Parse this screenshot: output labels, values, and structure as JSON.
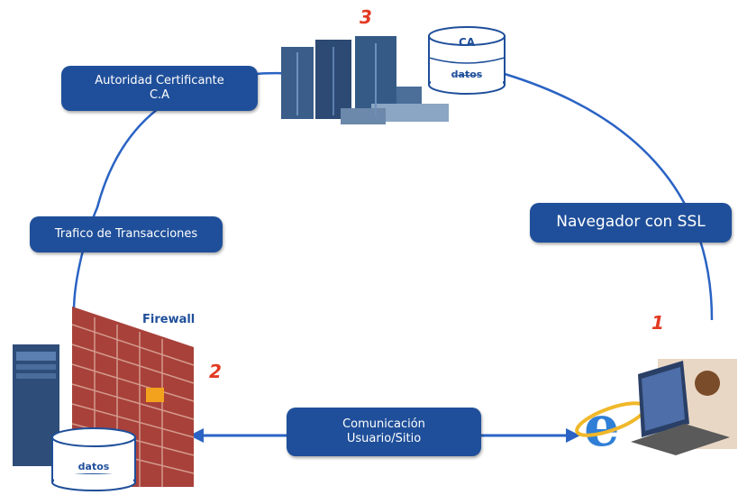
{
  "nodes": {
    "ca_authority": {
      "line1": "Autoridad Certificante",
      "line2": "C.A"
    },
    "traffic": {
      "label": "Trafico de Transacciones"
    },
    "browser": {
      "label": "Navegador con SSL"
    },
    "communication": {
      "line1": "Comunicación",
      "line2": "Usuario/Sitio"
    },
    "firewall": {
      "label": "Firewall"
    },
    "ca_db": {
      "top": "CA",
      "bottom": "datos"
    },
    "site_db": {
      "label": "datos"
    }
  },
  "steps": {
    "one": "1",
    "two": "2",
    "three": "3"
  },
  "colors": {
    "box": "#1f4f9a",
    "line": "#2a63c4",
    "step": "#e23a22",
    "brick": "#a8413a",
    "server": "#3a5d8a"
  },
  "icons": [
    "server-cluster-icon",
    "database-icon",
    "firewall-brick-wall-icon",
    "server-tower-icon",
    "internet-explorer-icon",
    "laptop-icon"
  ]
}
